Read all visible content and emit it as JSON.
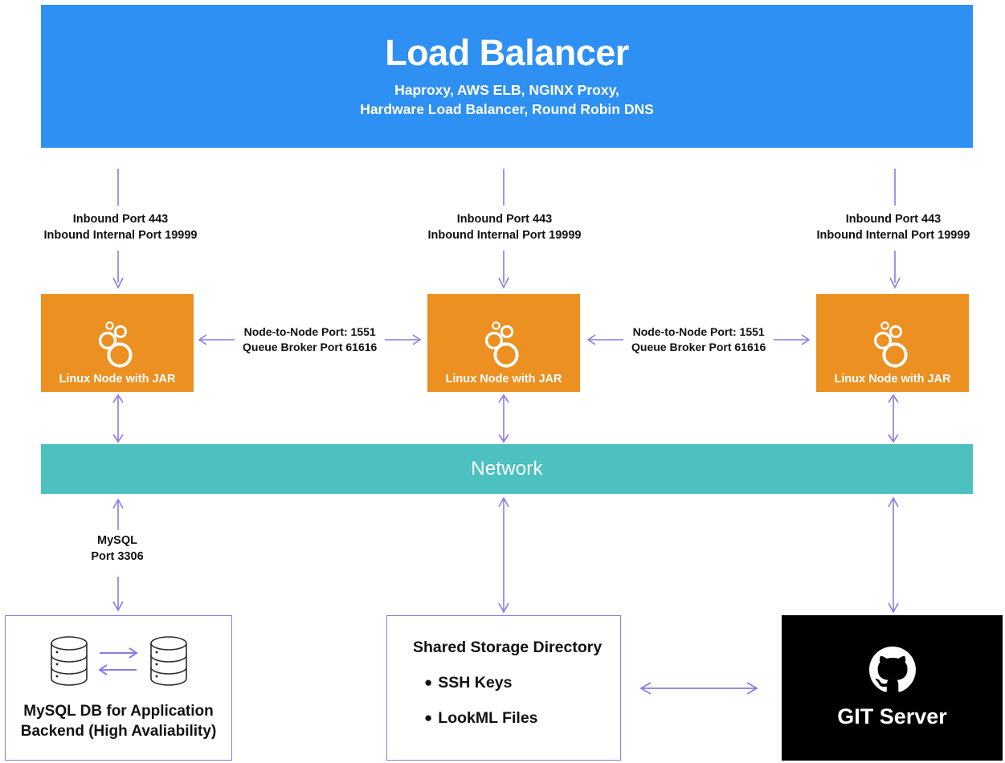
{
  "colors": {
    "blue": "#2e90f2",
    "orange": "#ec9022",
    "teal": "#4cc1c0",
    "purple": "#8c7ae6",
    "black": "#000000",
    "text": "#111111"
  },
  "load_balancer": {
    "title": "Load Balancer",
    "subtitle_line1": "Haproxy, AWS ELB, NGINX Proxy,",
    "subtitle_line2": "Hardware Load Balancer, Round Robin DNS"
  },
  "inbound": {
    "line1": "Inbound Port 443",
    "line2": "Inbound Internal Port 19999"
  },
  "nodes": [
    {
      "label": "Linux Node with JAR"
    },
    {
      "label": "Linux Node with JAR"
    },
    {
      "label": "Linux Node with JAR"
    }
  ],
  "node_to_node": {
    "line1": "Node-to-Node Port: 1551",
    "line2": "Queue Broker Port 61616"
  },
  "network": {
    "label": "Network"
  },
  "mysql_link": {
    "line1": "MySQL",
    "line2": "Port 3306"
  },
  "mysql_db": {
    "caption_line1": "MySQL DB for Application",
    "caption_line2": "Backend (High Avaliability)"
  },
  "shared_storage": {
    "title": "Shared Storage Directory",
    "bullet_char": "●",
    "items": [
      "SSH Keys",
      "LookML Files"
    ]
  },
  "git_server": {
    "label": "GIT Server"
  }
}
